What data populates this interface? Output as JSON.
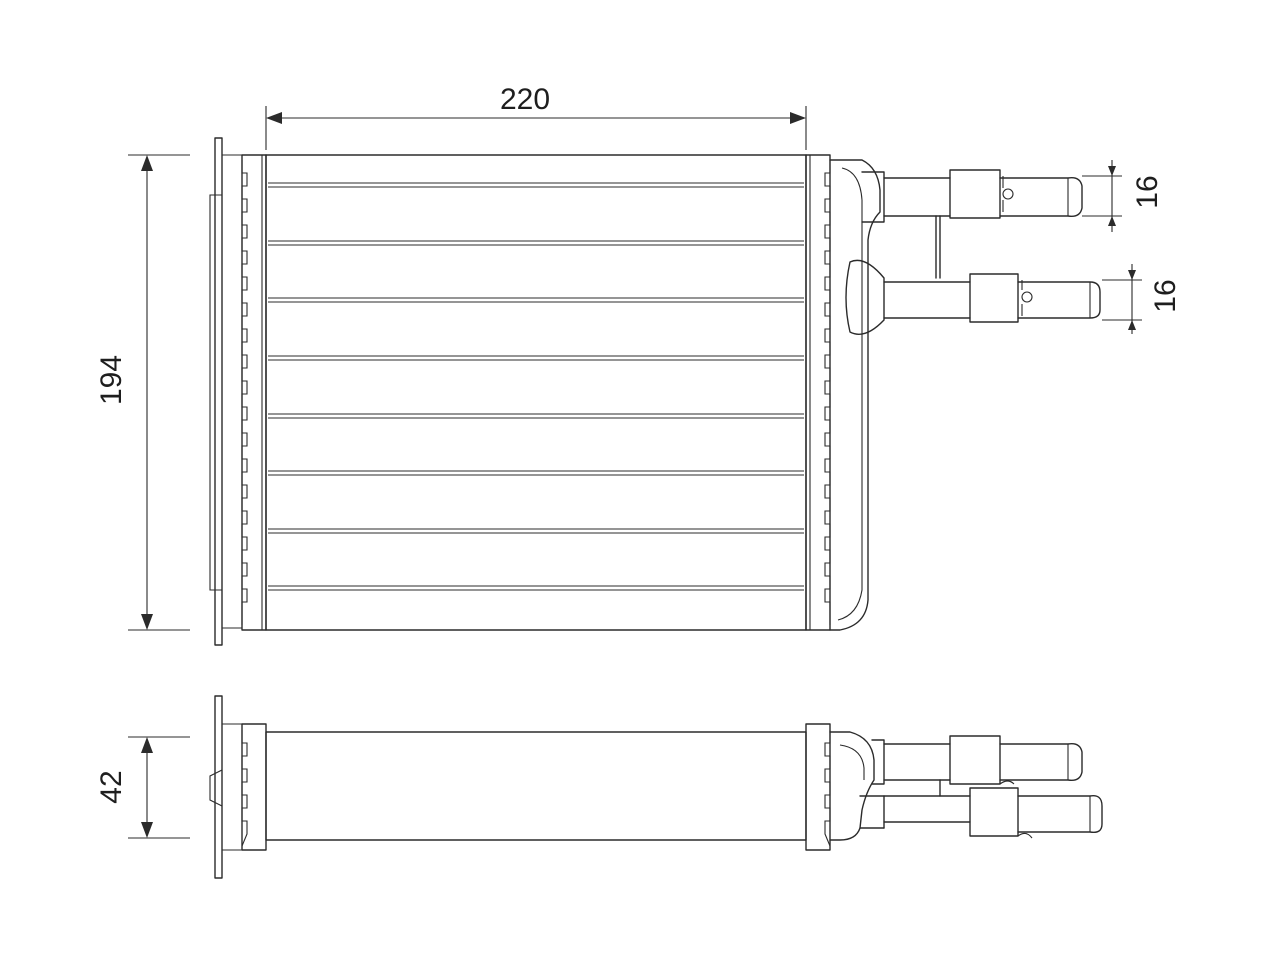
{
  "dimensions": {
    "width": "220",
    "height": "194",
    "depth": "42",
    "pipe_upper": "16",
    "pipe_lower": "16"
  },
  "colors": {
    "line": "#2b2b2b",
    "background": "#ffffff"
  }
}
